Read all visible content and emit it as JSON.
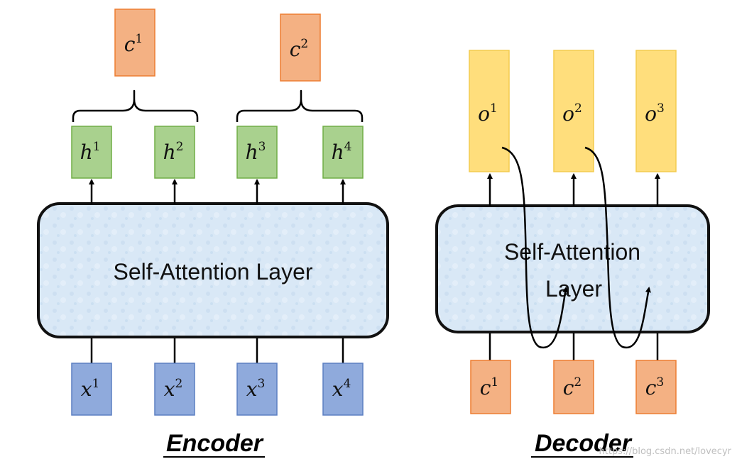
{
  "encoder": {
    "layer_label": "Self-Attention Layer",
    "caption": "Encoder",
    "inputs": [
      {
        "base": "x",
        "sup": "1"
      },
      {
        "base": "x",
        "sup": "2"
      },
      {
        "base": "x",
        "sup": "3"
      },
      {
        "base": "x",
        "sup": "4"
      }
    ],
    "hidden": [
      {
        "base": "h",
        "sup": "1"
      },
      {
        "base": "h",
        "sup": "2"
      },
      {
        "base": "h",
        "sup": "3"
      },
      {
        "base": "h",
        "sup": "4"
      }
    ],
    "contexts": [
      {
        "base": "c",
        "sup": "1"
      },
      {
        "base": "c",
        "sup": "2"
      }
    ]
  },
  "decoder": {
    "layer_label_line1": "Self-Attention",
    "layer_label_line2": "Layer",
    "caption": "Decoder",
    "inputs": [
      {
        "base": "c",
        "sup": "1"
      },
      {
        "base": "c",
        "sup": "2"
      },
      {
        "base": "c",
        "sup": "3"
      }
    ],
    "outputs": [
      {
        "base": "o",
        "sup": "1"
      },
      {
        "base": "o",
        "sup": "2"
      },
      {
        "base": "o",
        "sup": "3"
      }
    ]
  },
  "watermark": "https://blog.csdn.net/lovecyr",
  "colors": {
    "input_x_fill": "#8faadc",
    "input_x_stroke": "#5b7fc2",
    "hidden_fill": "#a9d18e",
    "hidden_stroke": "#70ad47",
    "context_fill": "#f4b183",
    "context_stroke": "#ed7d31",
    "output_fill": "#ffd966",
    "output_stroke": "#f2c230",
    "layer_fill": "#d6e6f5",
    "layer_stroke": "#111111"
  }
}
